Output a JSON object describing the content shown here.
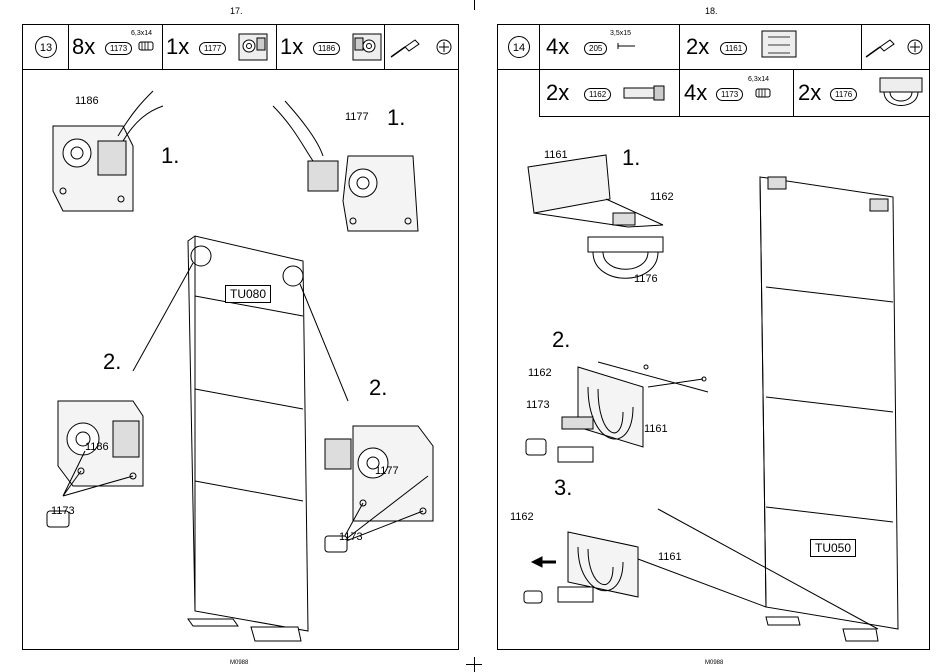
{
  "left_page": {
    "page_number": "17.",
    "footer": "M0988",
    "step": "13",
    "parts": [
      {
        "qty": "8x",
        "part": "1173",
        "size": "6,3x14"
      },
      {
        "qty": "1x",
        "part": "1177"
      },
      {
        "qty": "1x",
        "part": "1186"
      }
    ],
    "tools": [
      "screwdriver-icon",
      "phillips-head-icon"
    ],
    "labels": {
      "l1186_top": "1186",
      "l1177_top": "1177",
      "s1_left": "1.",
      "s1_right": "1.",
      "s2_left": "2.",
      "s2_right": "2.",
      "l1186_bot": "1186",
      "l1173_left": "1173",
      "l1177_bot": "1177",
      "l1173_right": "1173",
      "panel_code": "TU080"
    }
  },
  "right_page": {
    "page_number": "18.",
    "footer": "M0988",
    "step": "14",
    "parts": [
      {
        "qty": "4x",
        "part": "205",
        "size": "3,5x15"
      },
      {
        "qty": "2x",
        "part": "1161"
      },
      {
        "qty": "2x",
        "part": "1162"
      },
      {
        "qty": "4x",
        "part": "1173",
        "size": "6,3x14"
      },
      {
        "qty": "2x",
        "part": "1176"
      }
    ],
    "tools": [
      "screwdriver-icon",
      "phillips-head-icon"
    ],
    "labels": {
      "s1": "1.",
      "l1161_a": "1161",
      "l1162_a": "1162",
      "l1176": "1176",
      "s2": "2.",
      "l1162_b": "1162",
      "l1173": "1173",
      "l1161_b": "1161",
      "s3": "3.",
      "l1162_c": "1162",
      "l1161_c": "1161",
      "panel_code": "TU050"
    }
  }
}
